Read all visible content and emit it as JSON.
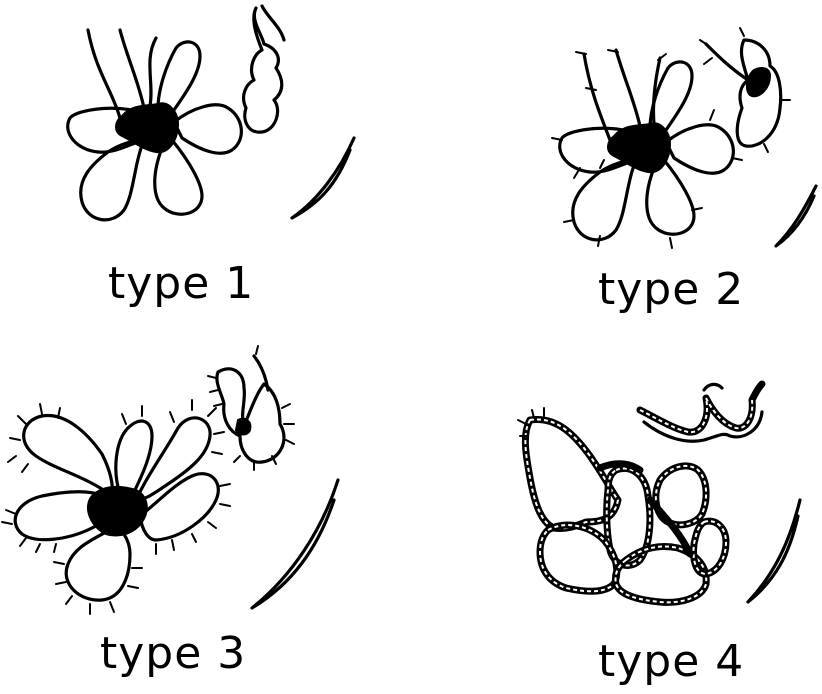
{
  "figure": {
    "panels": [
      {
        "label": "type 1"
      },
      {
        "label": "type 2"
      },
      {
        "label": "type 3"
      },
      {
        "label": "type 4"
      }
    ]
  }
}
